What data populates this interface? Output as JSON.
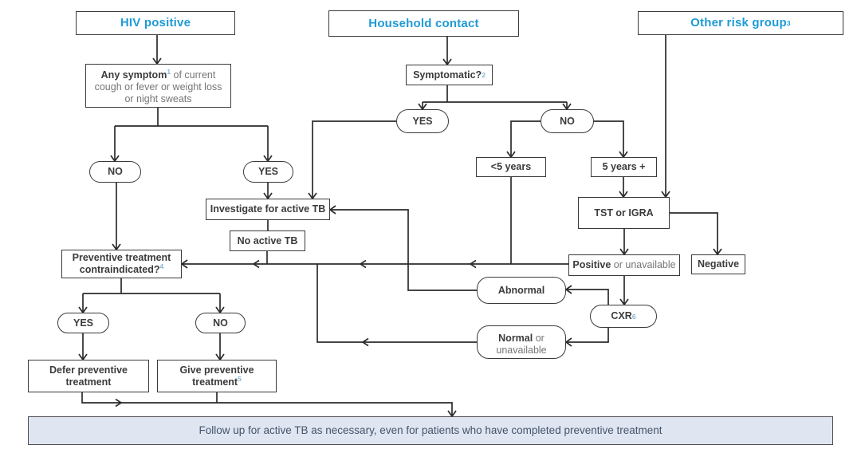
{
  "colors": {
    "accent_blue": "#1e9ad6",
    "line": "#2b2b2b",
    "bar_fill": "#dfe6f2",
    "gray_text": "#757575",
    "dark_text": "#3b3b3b",
    "superscript": "#85b4d2"
  },
  "nodes": {
    "hiv_header": "HIV positive",
    "household_header": "Household contact",
    "other_header": {
      "text": "Other risk group",
      "sup": "3"
    },
    "any_symptom": {
      "bold": "Any symptom",
      "sup": "1",
      "rest": " of current cough or fever or weight loss or night sweats"
    },
    "symptomatic": {
      "bold": "Symptomatic?",
      "sup": "2"
    },
    "yes_household": "YES",
    "no_household": "NO",
    "no_hiv": "NO",
    "yes_hiv": "YES",
    "under_5": "<5 years",
    "over_5": "5 years +",
    "tst_igra": "TST or IGRA",
    "investigate": "Investigate for active TB",
    "no_active_tb": "No active TB",
    "negative": "Negative",
    "positive": {
      "bold": "Positive",
      "rest": " or unavailable"
    },
    "contraindicated": {
      "line1": "Preventive treatment",
      "line2": "contraindicated?",
      "sup": "4"
    },
    "abnormal": "Abnormal",
    "cxr": {
      "bold": "CXR",
      "sup": "6"
    },
    "normal": {
      "bold": "Normal",
      "rest": " or unavailable"
    },
    "yes_contra": "YES",
    "no_contra": "NO",
    "defer": "Defer preventive treatment",
    "give": {
      "bold": "Give preventive treatment",
      "sup": "5"
    },
    "followup_bar": "Follow up for active TB as necessary, even for patients who have completed preventive treatment"
  }
}
